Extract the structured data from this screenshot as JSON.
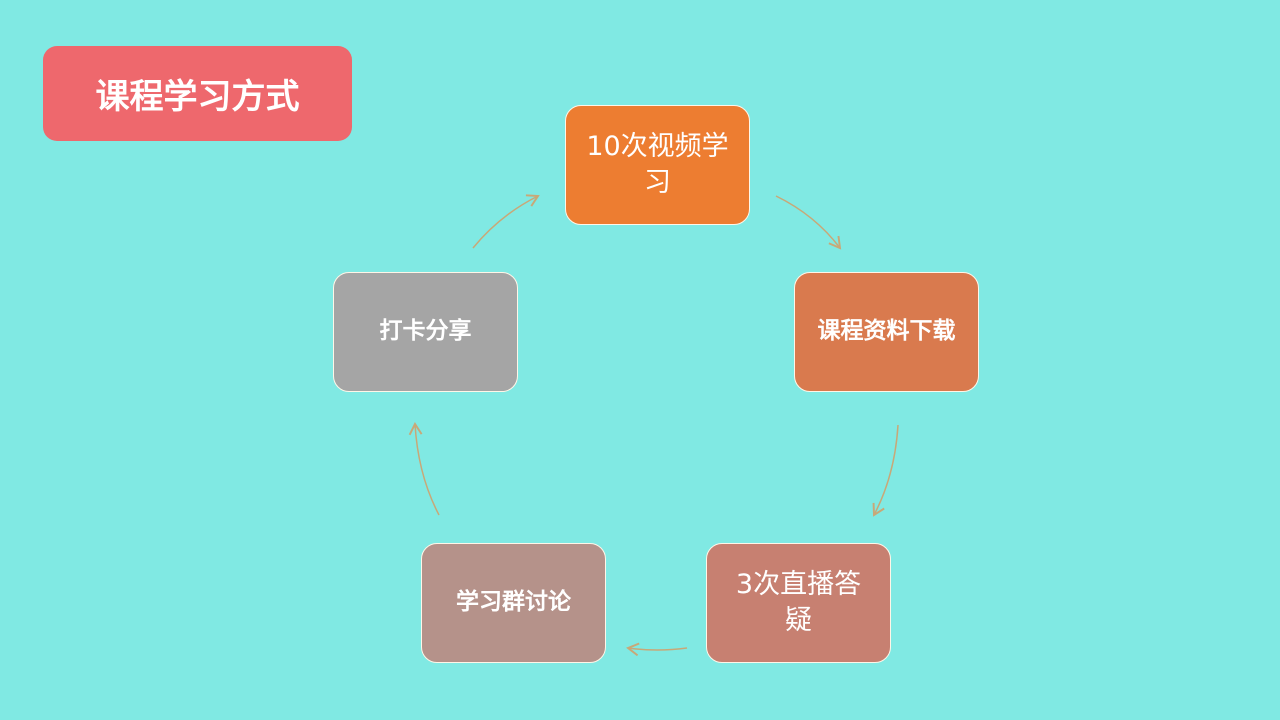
{
  "title": "课程学习方式",
  "steps": [
    {
      "label": "10次视频学习",
      "color": "#ED7D31"
    },
    {
      "label": "课程资料下载",
      "color": "#D97A4E"
    },
    {
      "label": "3次直播答疑",
      "color": "#C78071"
    },
    {
      "label": "学习群讨论",
      "color": "#B5928A"
    },
    {
      "label": "打卡分享",
      "color": "#A5A5A5"
    }
  ],
  "arrow_color": "#C8A878"
}
